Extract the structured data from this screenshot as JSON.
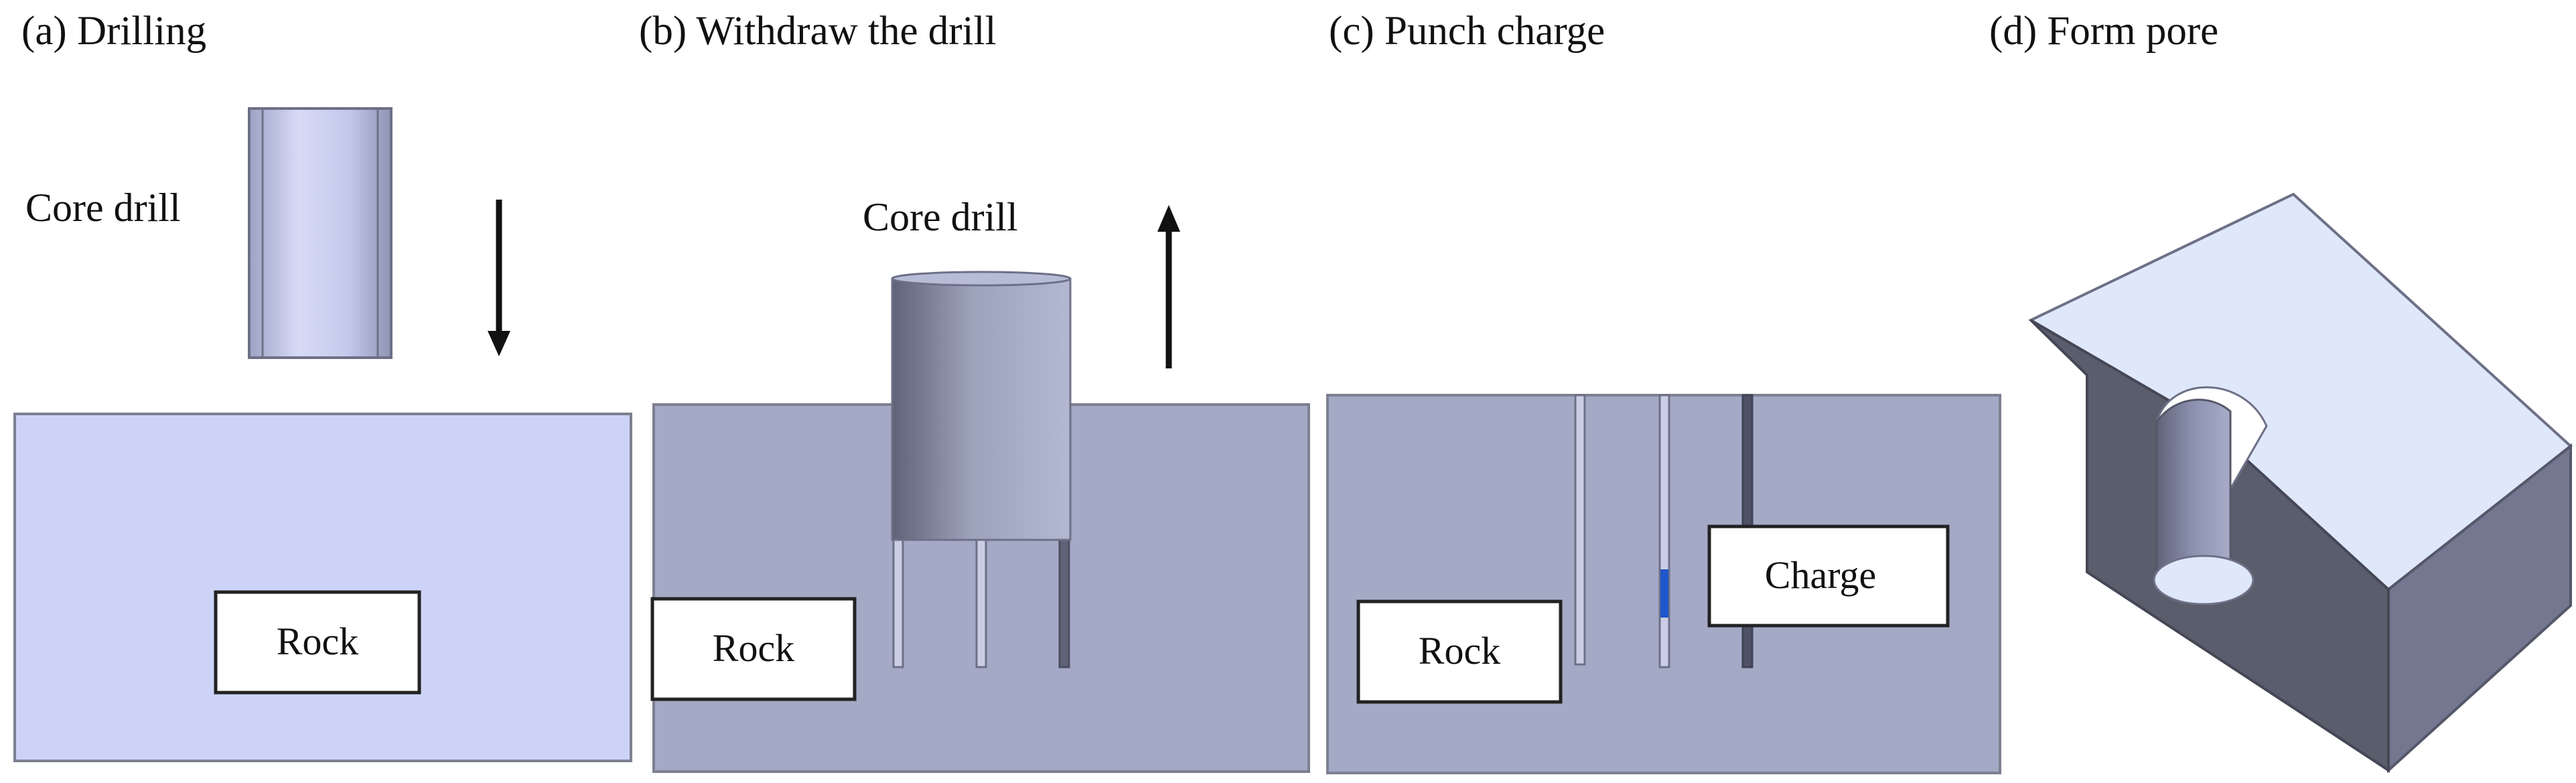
{
  "panels": [
    {
      "id": "a",
      "title": "(a) Drilling",
      "drill_label": "Core drill",
      "box_label": "Rock"
    },
    {
      "id": "b",
      "title": "(b) Withdraw the drill",
      "drill_label": "Core drill",
      "box_label": "Rock"
    },
    {
      "id": "c",
      "title": "(c) Punch charge",
      "box_label": "Rock",
      "charge_label": "Charge"
    },
    {
      "id": "d",
      "title": "(d) Form pore"
    }
  ],
  "colors": {
    "rock_light": "#ccd3f6",
    "rock_mid": "#a4a9c6",
    "drill_face": "#c7ccee",
    "drill_shade": "#7f849e",
    "block_top": "#dfe8fb",
    "block_front": "#5a5d6c",
    "block_side": "#737790",
    "charge_blue": "#1f56c9",
    "outline": "#7d8090",
    "arrow": "#111111"
  }
}
